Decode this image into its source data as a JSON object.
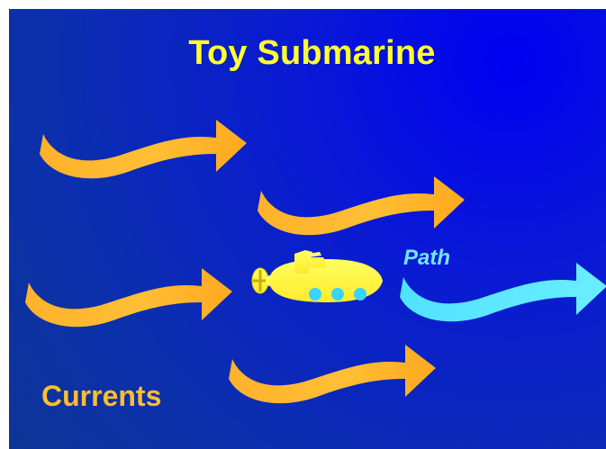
{
  "title": "Toy Submarine",
  "labels": {
    "path": "Path",
    "currents": "Currents"
  },
  "colors": {
    "background": "#0a1ad4",
    "title": "#ffff33",
    "current_arrow": "#ffb52a",
    "path_arrow": "#5fe9ff",
    "submarine": "#ffff33",
    "portholes": "#39d3ff"
  },
  "icons": [
    "current-arrow-icon",
    "path-arrow-icon",
    "submarine-icon"
  ]
}
